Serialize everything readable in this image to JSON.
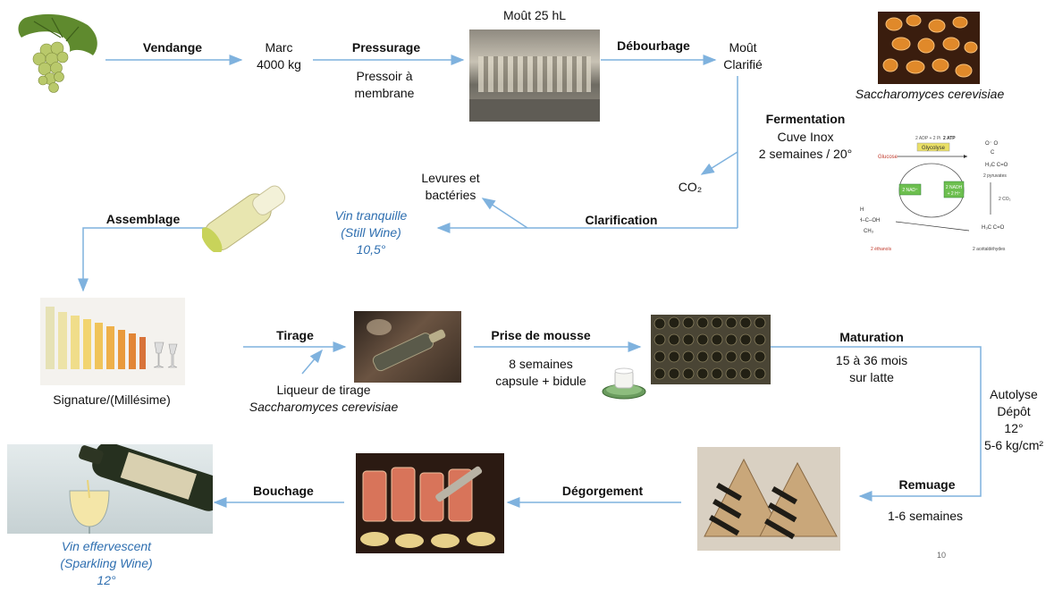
{
  "steps": {
    "vendange": "Vendange",
    "pressurage": "Pressurage",
    "debourbage": "Débourbage",
    "fermentation": "Fermentation",
    "clarification": "Clarification",
    "assemblage": "Assemblage",
    "tirage": "Tirage",
    "prise_de_mousse": "Prise de mousse",
    "maturation": "Maturation",
    "remuage": "Remuage",
    "degorgement": "Dégorgement",
    "bouchage": "Bouchage"
  },
  "labels": {
    "marc": [
      "Marc",
      "4000 kg"
    ],
    "pressoir": [
      "Pressoir à",
      "membrane"
    ],
    "mout_volume": "Moût 25 hL",
    "mout_clarifie": [
      "Moût",
      "Clarifié"
    ],
    "fermentation_detail": [
      "Cuve Inox",
      "2 semaines / 20°"
    ],
    "co2": "CO₂",
    "levures": [
      "Levures et",
      "bactéries"
    ],
    "still_wine": [
      "Vin tranquille",
      "(Still Wine)",
      "10,5°"
    ],
    "signature": "Signature/(Millésime)",
    "liqueur": [
      "Liqueur de tirage",
      "Saccharomyces cerevisiae"
    ],
    "prise_detail": [
      "8 semaines",
      "capsule + bidule"
    ],
    "maturation_detail": [
      "15 à 36 mois",
      "sur latte"
    ],
    "autolyse": [
      "Autolyse",
      "Dépôt",
      "12°",
      "5-6 kg/cm²"
    ],
    "remuage_detail": "1-6 semaines",
    "sparkling_wine": [
      "Vin effervescent",
      "(Sparkling Wine)",
      "12°"
    ],
    "yeast_caption": "Saccharomyces cerevisiae",
    "page_number": "10"
  },
  "pathway": {
    "glucose": "Glucose",
    "glycolyse": "Glycolyse",
    "adp": "2 ADP + 2 Pi",
    "atp": "2 ATP",
    "nad": "2 NAD⁺",
    "nadh": "2 NADH",
    "nadh2": "+ 2 H⁺",
    "pyruvates": "2 pyruvates",
    "co2": "2 CO₂",
    "ethanols": "2 éthanols",
    "acetaldehydes": "2 acétaldéhydes"
  },
  "colors": {
    "arrow": "#7fb2de",
    "italic_blue": "#2f6fb0",
    "pathway_red": "#c0392b"
  }
}
